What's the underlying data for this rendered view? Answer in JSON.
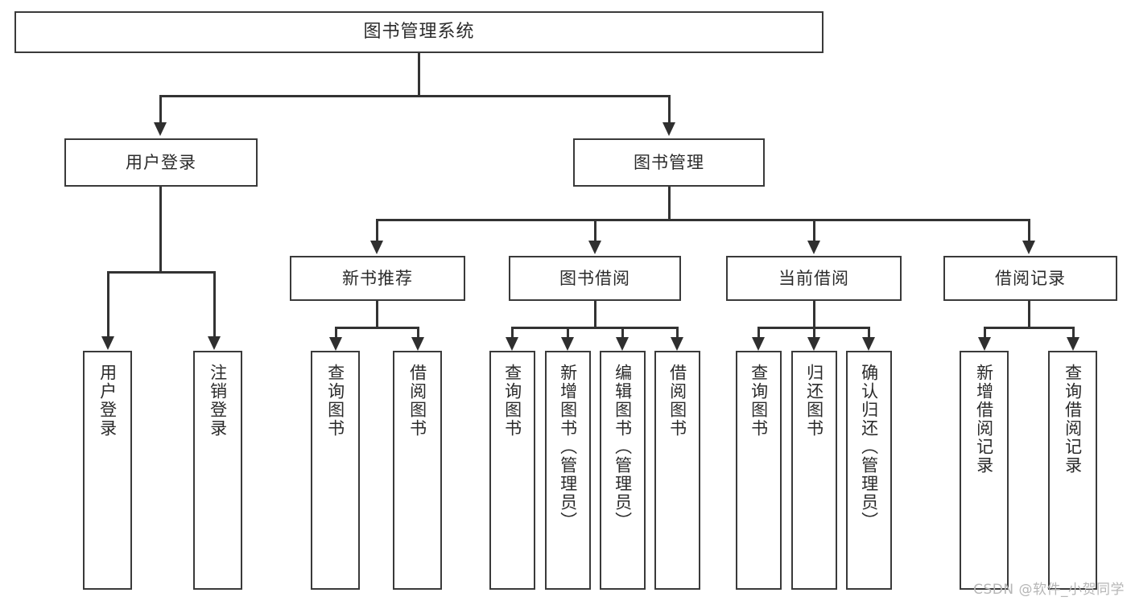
{
  "diagram": {
    "type": "tree-hierarchy",
    "title": "图书管理系统",
    "root": {
      "label": "图书管理系统"
    },
    "level2": [
      {
        "id": "user-login",
        "label": "用户登录"
      },
      {
        "id": "book-manage",
        "label": "图书管理"
      }
    ],
    "level3": [
      {
        "id": "new-book-recommend",
        "label": "新书推荐"
      },
      {
        "id": "book-borrow",
        "label": "图书借阅"
      },
      {
        "id": "current-borrow",
        "label": "当前借阅"
      },
      {
        "id": "borrow-record",
        "label": "借阅记录"
      }
    ],
    "leaves": {
      "user_login": [
        {
          "id": "leaf-user-login",
          "label": "用户登录"
        },
        {
          "id": "leaf-logout-login",
          "label": "注销登录"
        }
      ],
      "new_book_recommend": [
        {
          "id": "leaf-query-book-1",
          "label": "查询图书"
        },
        {
          "id": "leaf-borrow-book-1",
          "label": "借阅图书"
        }
      ],
      "book_borrow": [
        {
          "id": "leaf-query-book-2",
          "label": "查询图书"
        },
        {
          "id": "leaf-add-book",
          "label": "新增图书（管理员）"
        },
        {
          "id": "leaf-edit-book",
          "label": "编辑图书（管理员）"
        },
        {
          "id": "leaf-borrow-book-2",
          "label": "借阅图书"
        }
      ],
      "current_borrow": [
        {
          "id": "leaf-query-book-3",
          "label": "查询图书"
        },
        {
          "id": "leaf-return-book",
          "label": "归还图书"
        },
        {
          "id": "leaf-confirm-return",
          "label": "确认归还（管理员）"
        }
      ],
      "borrow_record": [
        {
          "id": "leaf-add-borrow-record",
          "label": "新增借阅记录"
        },
        {
          "id": "leaf-query-borrow-record",
          "label": "查询借阅记录"
        }
      ]
    },
    "watermark": "CSDN @软件_小贺同学",
    "colors": {
      "box_border": "#3a3a3a",
      "connector": "#333333",
      "text": "#2b2b2b",
      "background": "#ffffff",
      "watermark": "#b6b6b6"
    }
  }
}
